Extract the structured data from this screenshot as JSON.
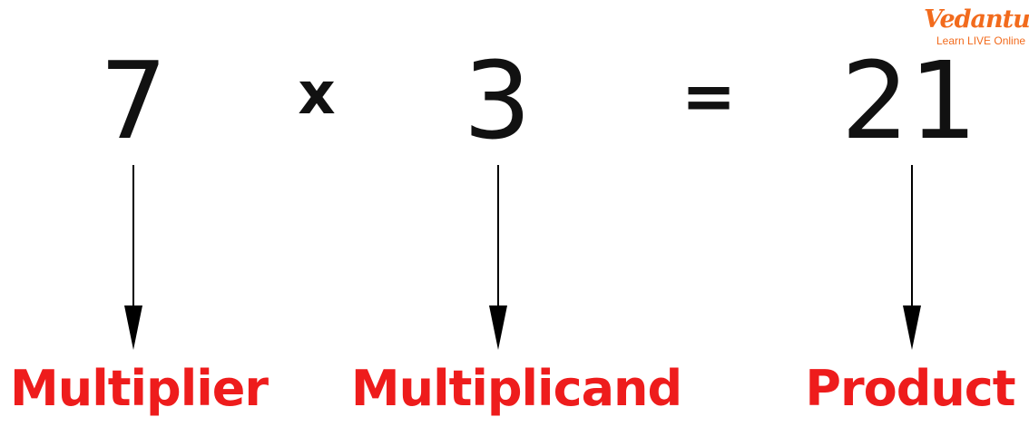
{
  "equation": {
    "multiplier_value": "7",
    "times_sign": "x",
    "multiplicand_value": "3",
    "equals_sign": "=",
    "product_value": "21"
  },
  "labels": {
    "multiplier": "Multiplier",
    "multiplicand": "Multiplicand",
    "product": "Product"
  },
  "logo": {
    "wordmark": "Vedantu",
    "tagline": "Learn LIVE Online"
  },
  "colors": {
    "number_text": "#111111",
    "label_text": "#ee1c1c",
    "arrow": "#000000",
    "logo": "#f26b1d"
  }
}
